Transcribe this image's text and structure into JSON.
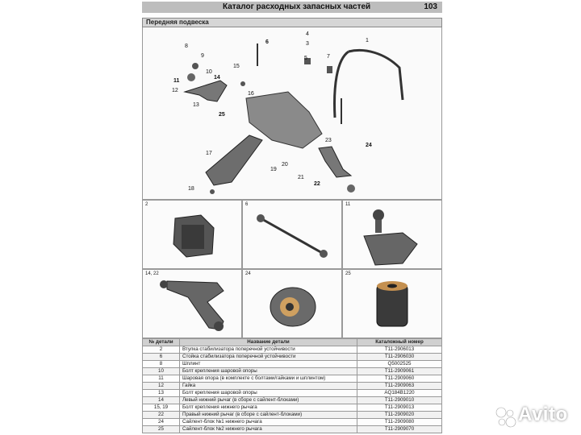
{
  "header": {
    "title": "Каталог расходных запасных частей",
    "page_number": "103"
  },
  "section": {
    "title": "Передняя подвеска"
  },
  "diagram": {
    "callouts": [
      "1",
      "3",
      "4",
      "5",
      "6",
      "7",
      "8",
      "9",
      "10",
      "11",
      "12",
      "13",
      "14",
      "15",
      "16",
      "17",
      "18",
      "19",
      "20",
      "21",
      "22",
      "23",
      "24",
      "25"
    ]
  },
  "detail_cells": [
    {
      "label": "2",
      "icon": "bushing"
    },
    {
      "label": "6",
      "icon": "stabilizer-link"
    },
    {
      "label": "11",
      "icon": "ball-joint"
    },
    {
      "label": "14, 22",
      "icon": "control-arm"
    },
    {
      "label": "24",
      "icon": "silent-block"
    },
    {
      "label": "25",
      "icon": "silent-block-2"
    }
  ],
  "table": {
    "headers": [
      "№ детали",
      "Название детали",
      "Каталожный номер"
    ],
    "rows": [
      [
        "2",
        "Втулка стабилизатора поперечной устойчивости",
        "T11-2906013"
      ],
      [
        "6",
        "Стойка стабилизатора поперечной устойчивости",
        "T11-2906030"
      ],
      [
        "8",
        "Шплинт",
        "Q5002525"
      ],
      [
        "10",
        "Болт крепления шаровой опоры",
        "T11-2909061"
      ],
      [
        "11",
        "Шаровая опора (в комплекте с болтами/гайками и шплинтом)",
        "T11-2909060"
      ],
      [
        "12",
        "Гайка",
        "T11-2909063"
      ],
      [
        "13",
        "Болт крепления шаровой опоры",
        "AQ184B1220"
      ],
      [
        "14",
        "Левый нижний рычаг (в сборе с сайлент-блоками)",
        "T11-2909010"
      ],
      [
        "15, 19",
        "Болт крепления нижнего рычага",
        "T11-2909013"
      ],
      [
        "22",
        "Правый нижний рычаг (в сборе с сайлент-блоками)",
        "T11-2909020"
      ],
      [
        "24",
        "Сайлент-блок №1 нижнего рычага",
        "T11-2909080"
      ],
      [
        "25",
        "Сайлент-блок №2 нижнего рычага",
        "T11-2909070"
      ]
    ]
  },
  "watermark": {
    "text": "Avito"
  }
}
